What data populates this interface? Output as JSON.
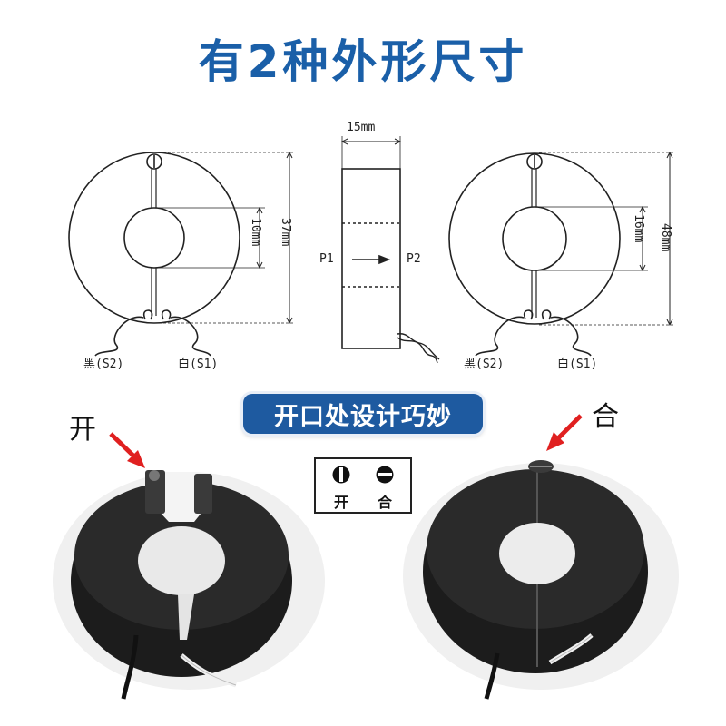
{
  "title": "有2种外形尺寸",
  "small_ct": {
    "inner_dim": "10mm",
    "outer_dim": "37mm",
    "lead_left": "黑(S2)",
    "lead_right": "白(S1)"
  },
  "side_view": {
    "width_dim": "15mm",
    "primary_in": "P1",
    "primary_out": "P2"
  },
  "large_ct": {
    "inner_dim": "16mm",
    "outer_dim": "48mm",
    "lead_left": "黑(S2)",
    "lead_right": "白(S1)"
  },
  "banner": "开口处设计巧妙",
  "callout_open": "开",
  "callout_close": "合",
  "legend": {
    "open_label": "开",
    "close_label": "合"
  },
  "colors": {
    "title": "#1a5fa8",
    "banner": "#1e5aa0",
    "arrow": "#e02020",
    "core": "#1c1c1c"
  }
}
